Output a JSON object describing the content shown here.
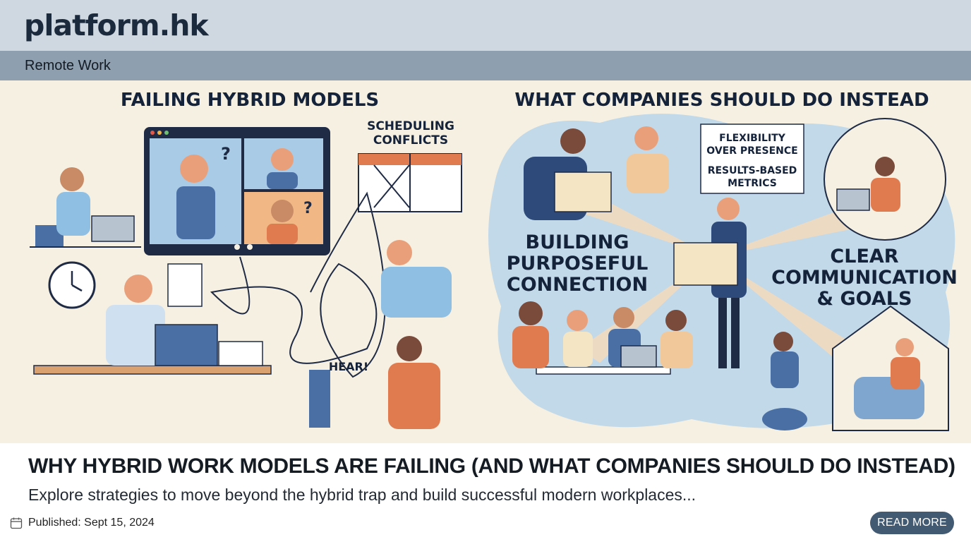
{
  "site": {
    "logo": "platform.hk"
  },
  "category": {
    "label": "Remote Work"
  },
  "illustration": {
    "left_title": "FAILING HYBRID MODELS",
    "right_title": "WHAT COMPANIES SHOULD DO INSTEAD",
    "scheduling_line1": "SCHEDULING",
    "scheduling_line2": "CONFLICTS",
    "hear": "HEAR!",
    "box_line1": "FLEXIBILITY",
    "box_line2": "OVER PRESENCE",
    "box_line3": "RESULTS-BASED",
    "box_line4": "METRICS",
    "building_line1": "BUILDING",
    "building_line2": "PURPOSEFUL",
    "building_line3": "CONNECTION",
    "clear_line1": "CLEAR",
    "clear_line2": "COMMUNICATION",
    "clear_line3": "& GOALS",
    "question_mark": "?"
  },
  "article": {
    "title": "WHY HYBRID WORK MODELS ARE FAILING (AND WHAT COMPANIES SHOULD DO INSTEAD)",
    "excerpt": "Explore strategies to move beyond the hybrid trap and build successful modern workplaces...",
    "published": "Published: Sept 15, 2024",
    "read_more": "READ MORE"
  },
  "colors": {
    "topbar": "#cfd8e0",
    "category_bar": "#8ea0af",
    "hero_bg": "#f6f0e2",
    "accent_blue": "#4a6fa5",
    "accent_orange": "#e07a4f",
    "button": "#425a72"
  },
  "icons": {
    "calendar": "calendar-icon"
  }
}
